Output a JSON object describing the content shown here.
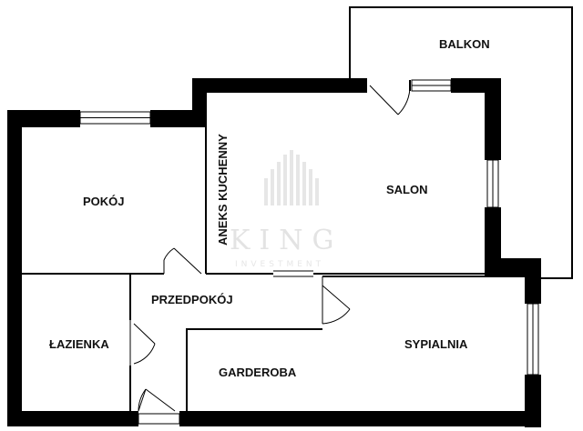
{
  "rooms": {
    "balkon": "BALKON",
    "pokoj": "POKÓJ",
    "salon": "SALON",
    "aneks": "ANEKS KUCHENNY",
    "przedpokoj": "PRZEDPOKÓJ",
    "lazienka": "ŁAZIENKA",
    "sypialnia": "SYPIALNIA",
    "garderoba": "GARDEROBA"
  },
  "watermark": {
    "brand": "KING",
    "sub": "INVESTMENT"
  },
  "colors": {
    "wall": "#000000",
    "thin_line": "#000000",
    "background": "#ffffff",
    "watermark": "#e3e3e3"
  }
}
